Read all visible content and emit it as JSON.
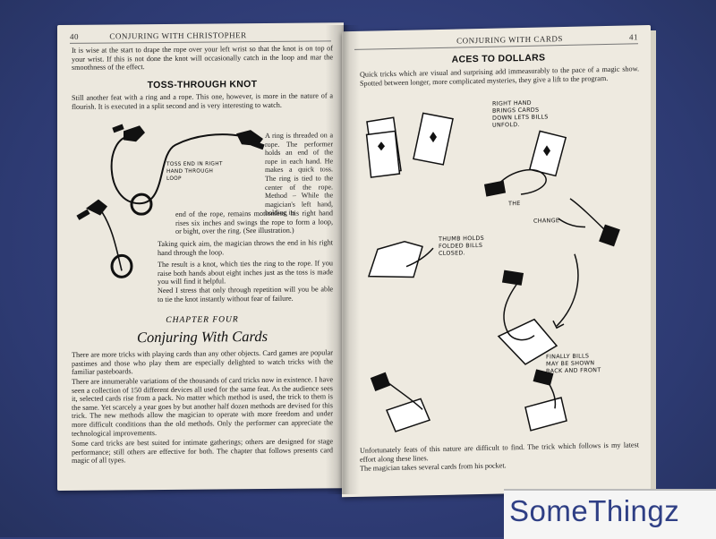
{
  "left_page": {
    "page_number": "40",
    "running_head": "CONJURING WITH CHRISTOPHER",
    "intro_paragraph": "It is wise at the start to drape the rope over your left wrist so that the knot is on top of your wrist. If this is not done the knot will occasionally catch in the loop and mar the smoothness of the effect.",
    "section_heading": "TOSS-THROUGH KNOT",
    "section_p1": "Still another feat with a ring and a rope. This one, however, is more in the nature of a flourish. It is executed in a split second and is very interesting to watch.",
    "side_text": "A ring is threaded on a rope. The performer holds an end of the rope in each hand. He makes a quick toss. The ring is tied to the center of the rope. Method – While the magician's left hand, holding its",
    "illustration_caption": "Toss end in right hand through loop",
    "section_p2": "end of the rope, remains motionless, his right hand rises six inches and swings the rope to form a loop, or bight, over the ring. (See illustration.)",
    "section_p3": "Taking quick aim, the magician throws the end in his right hand through the loop.",
    "section_p4": "The result is a knot, which ties the ring to the rope. If you raise both hands about eight inches just as the toss is made you will find it helpful.",
    "section_p5": "Need I stress that only through repetition will you be able to tie the knot instantly without fear of failure.",
    "chapter_label": "CHAPTER FOUR",
    "chapter_title": "Conjuring With Cards",
    "chapter_p1": "There are more tricks with playing cards than any other objects. Card games are popular pastimes and those who play them are especially delighted to watch tricks with the familiar pasteboards.",
    "chapter_p2": "There are innumerable variations of the thousands of card tricks now in existence. I have seen a collection of 150 different devices all used for the same feat. As the audience sees it, selected cards rise from a pack. No matter which method is used, the trick to them is the same. Yet scarcely a year goes by but another half dozen methods are devised for this trick. The new methods allow the magician to operate with more freedom and under more difficult conditions than the old methods. Only the performer can appreciate the technological improvements.",
    "chapter_p3": "Some card tricks are best suited for intimate gatherings; others are designed for stage performance; still others are effective for both. The chapter that follows presents card magic of all types."
  },
  "right_page": {
    "page_number": "41",
    "running_head": "CONJURING WITH CARDS",
    "section_heading": "ACES TO DOLLARS",
    "intro_paragraph": "Quick tricks which are visual and surprising add immeasurably to the pace of a magic show. Spotted between longer, more complicated mysteries, they give a lift to the program.",
    "captions": {
      "right_hand": "Right hand brings cards down lets bills unfold.",
      "the": "The",
      "change": "Change",
      "thumb": "Thumb holds folded bills closed.",
      "finally": "Finally bills may be shown back and front"
    },
    "closing_paragraph": "Unfortunately feats of this nature are difficult to find. The trick which follows is my latest effort along these lines.",
    "closing_line": "The magician takes several cards from his pocket."
  },
  "watermark": {
    "text": "SomeThingz"
  },
  "colors": {
    "background": "#33407a",
    "paper": "#ece8de",
    "ink": "#1e1e1e",
    "watermark_text": "#2f3f85"
  }
}
